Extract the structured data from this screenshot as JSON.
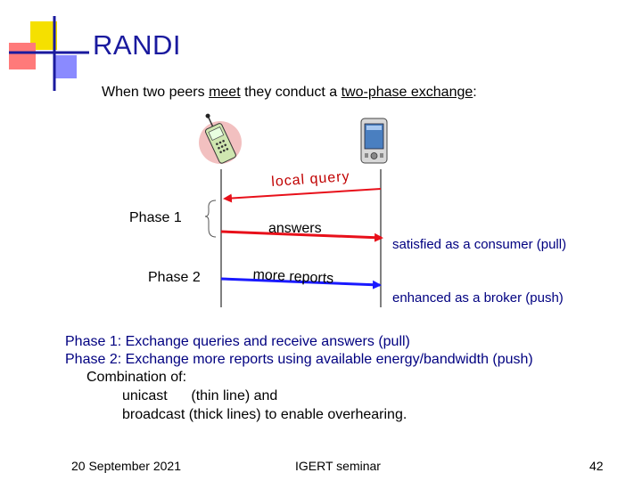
{
  "slide": {
    "title": "RANDI",
    "intro_before": "When two peers ",
    "intro_underlined_1": "meet",
    "intro_middle": " they conduct a ",
    "intro_underlined_2": "two-phase exchange",
    "intro_after": ":"
  },
  "diagram": {
    "phase1_label": "Phase 1",
    "phase2_label": "Phase 2",
    "msg_local_query": "local query",
    "msg_answers": "answers",
    "msg_more_reports": "more reports",
    "note_pull": "satisfied as a consumer (pull)",
    "note_push": "enhanced as a broker (push)",
    "colors": {
      "red": "#e8101a",
      "blue": "#1a1aff"
    }
  },
  "body": {
    "line1": "Phase 1: Exchange queries and receive answers (pull)",
    "line2": "Phase 2: Exchange more reports using available energy/bandwidth (push)",
    "line3": "Combination of:",
    "line4": "unicast      (thin line) and",
    "line5": "broadcast (thick lines) to enable overhearing."
  },
  "footer": {
    "date": "20 September 2021",
    "center": "IGERT seminar",
    "page": "42"
  }
}
